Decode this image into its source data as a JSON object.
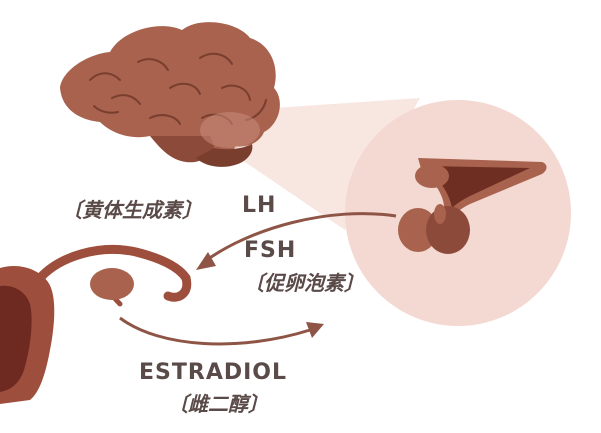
{
  "labels": {
    "lh_cn": "〔黄体生成素〕",
    "lh_en": "LH",
    "fsh_en": "FSH",
    "fsh_cn": "〔促卵泡素〕",
    "estradiol_en": "ESTRADIOL",
    "estradiol_cn": "〔雌二醇〕"
  },
  "colors": {
    "brain": "#a8624e",
    "brain_dark": "#7a3e2f",
    "gland": "#a8624e",
    "gland_dark": "#6e2e22",
    "zoom_circle": "#f3d9d2",
    "zoom_beam": "#f7e3de",
    "arrow": "#8e5446",
    "uterus": "#9e4e3c",
    "uterus_dark": "#6e2a20",
    "text": "#5a4a48"
  },
  "icons": {
    "brain": "brain-icon",
    "pituitary": "pituitary-gland-icon",
    "reproductive": "uterus-ovary-icon"
  }
}
